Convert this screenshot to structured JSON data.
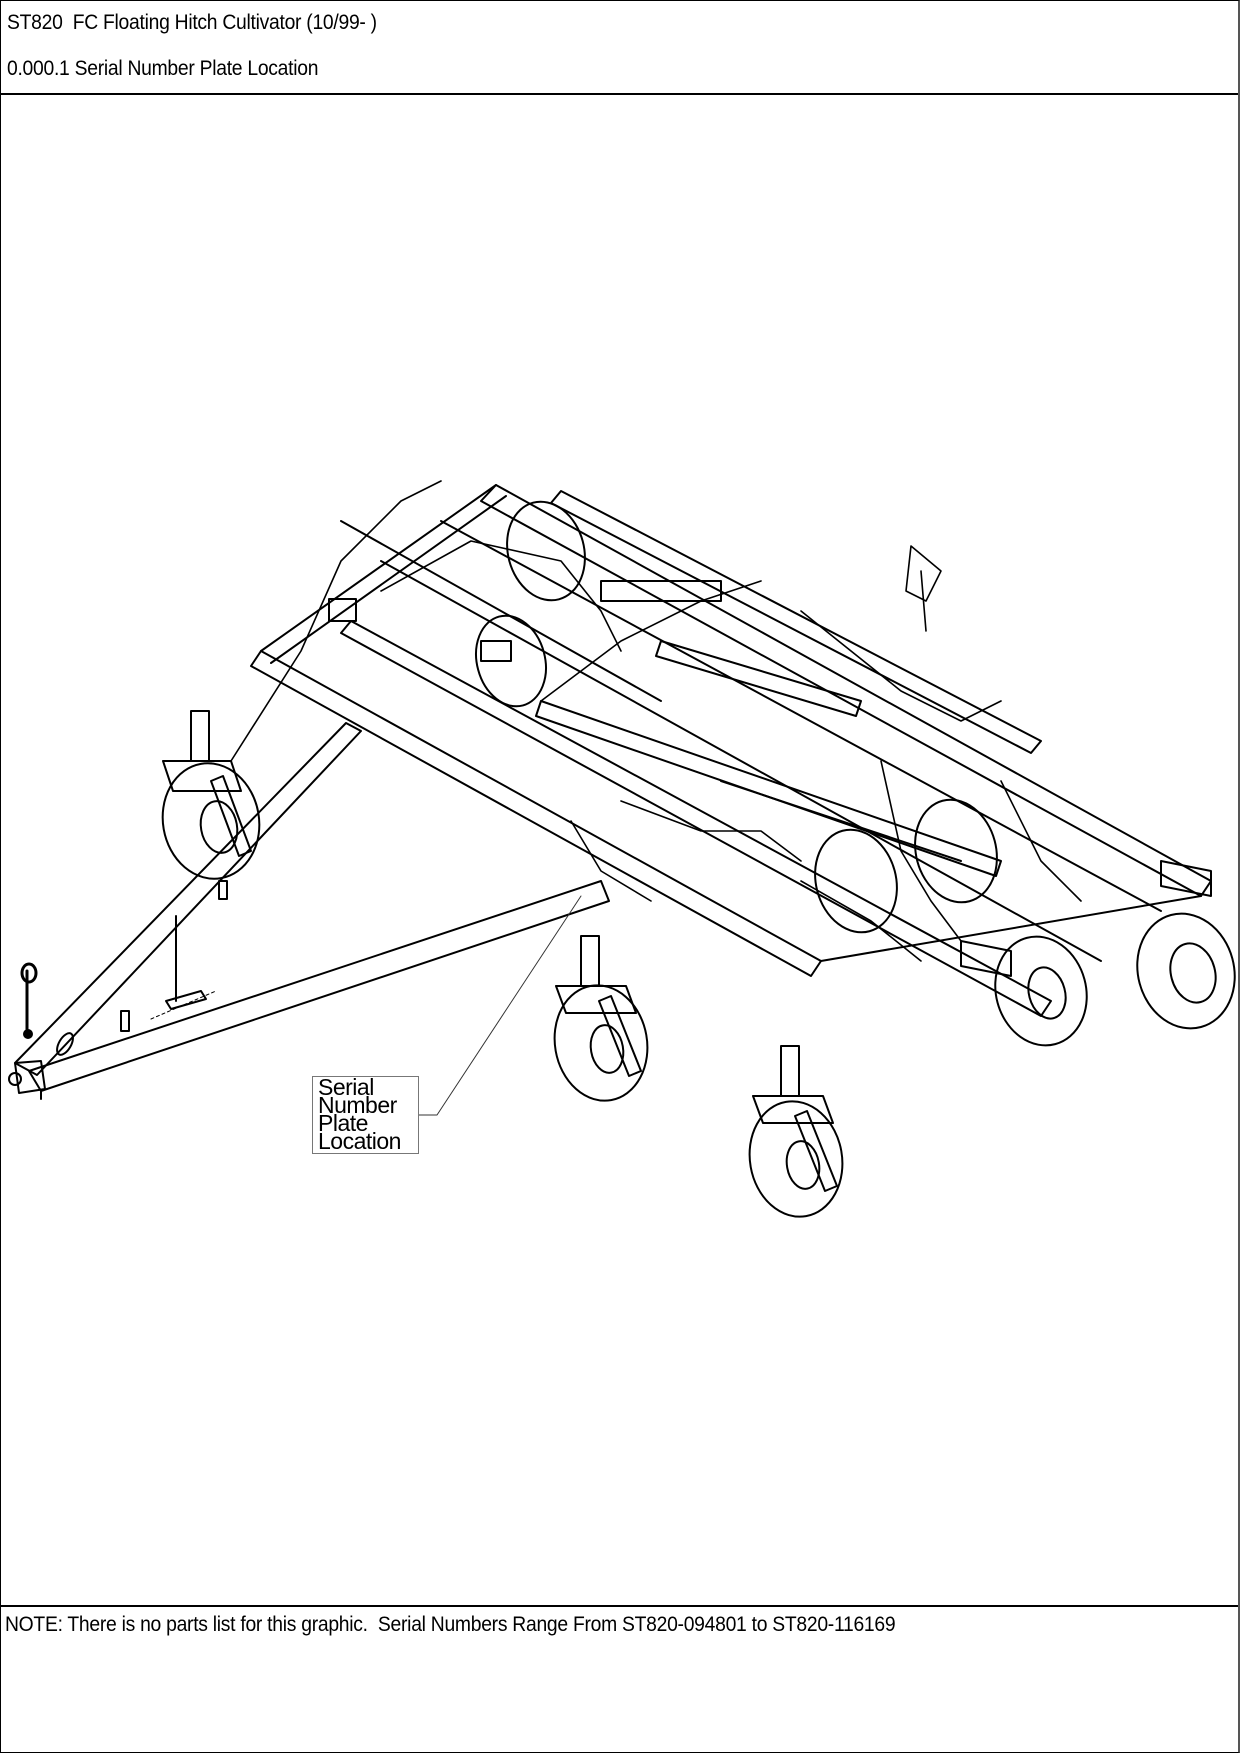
{
  "header": {
    "title": "ST820  FC Floating Hitch Cultivator (10/99- )",
    "subtitle": "0.000.1 Serial Number Plate Location"
  },
  "drawing": {
    "description": "Isometric line drawing of ST820 FC Floating Hitch Cultivator frame with hitch tongue, caster wheels and gauge wheels",
    "callout": {
      "lines": [
        "Serial",
        "Number",
        "Plate",
        "Location"
      ]
    }
  },
  "footer": {
    "note": "NOTE: There is no parts list for this graphic.  Serial Numbers Range From ST820-094801 to ST820-116169"
  },
  "colors": {
    "line": "#000000",
    "background": "#ffffff",
    "callout_border": "#777777"
  }
}
